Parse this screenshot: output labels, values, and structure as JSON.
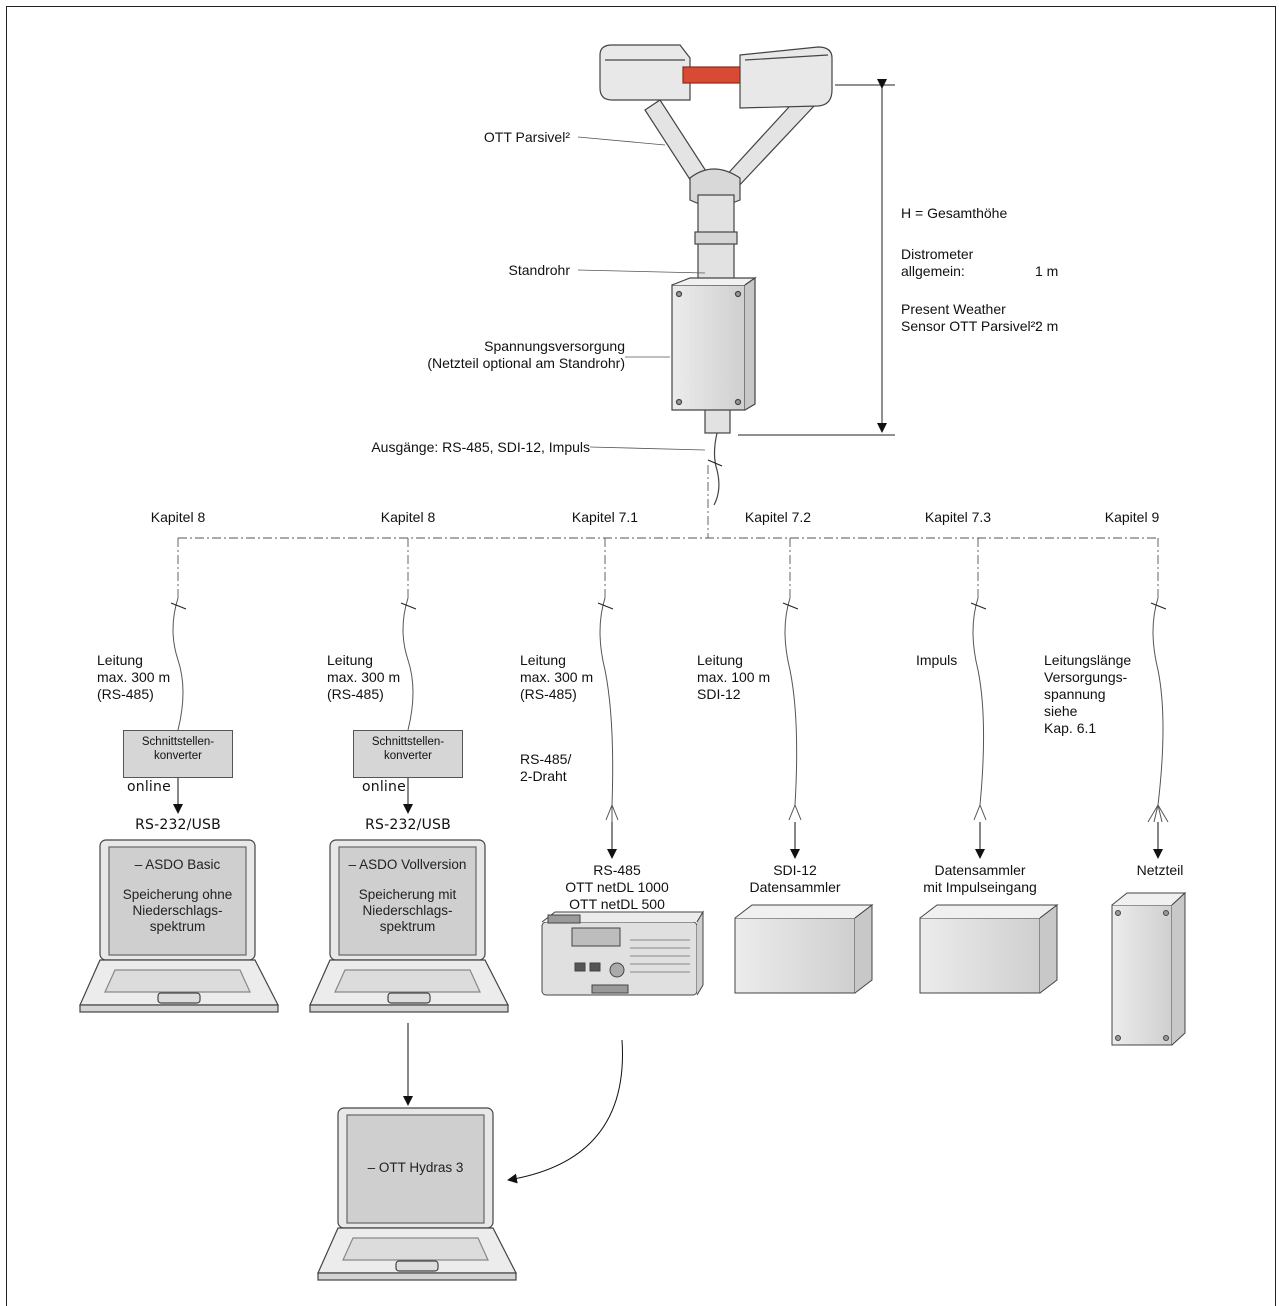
{
  "sensor": {
    "name": "OTT Parsivel²",
    "standpipe": "Standrohr",
    "power_line1": "Spannungsversorgung",
    "power_line2": "(Netzteil optional am Standrohr)",
    "outputs": "Ausgänge: RS-485, SDI-12, Impuls"
  },
  "height": {
    "title": "H = Gesamthöhe",
    "general_line1": "Distrometer",
    "general_line2": "allgemein:",
    "general_value": "1 m",
    "pws_line1": "Present Weather",
    "pws_line2": "Sensor OTT Parsivel²:",
    "pws_value": "2 m"
  },
  "branches": [
    {
      "chapter": "Kapitel 8",
      "cable": [
        "Leitung",
        "max. 300 m",
        "(RS-485)"
      ],
      "converter": [
        "Schnittstellen-",
        "konverter"
      ],
      "mode": "online",
      "interface": "RS-232/USB",
      "screen": [
        "– ASDO Basic",
        "",
        "Speicherung ohne",
        "Niederschlags-",
        "spektrum"
      ]
    },
    {
      "chapter": "Kapitel 8",
      "cable": [
        "Leitung",
        "max. 300 m",
        "(RS-485)"
      ],
      "converter": [
        "Schnittstellen-",
        "konverter"
      ],
      "mode": "online",
      "interface": "RS-232/USB",
      "screen": [
        "– ASDO Vollversion",
        "",
        "Speicherung mit",
        "Niederschlags-",
        "spektrum"
      ]
    },
    {
      "chapter": "Kapitel 7.1",
      "cable": [
        "Leitung",
        "max. 300 m",
        "(RS-485)"
      ],
      "wire": [
        "RS-485/",
        "2-Draht"
      ],
      "target": [
        "RS-485",
        "OTT netDL 1000",
        "OTT netDL 500"
      ]
    },
    {
      "chapter": "Kapitel 7.2",
      "cable": [
        "Leitung",
        "max. 100 m",
        "SDI-12"
      ],
      "target": [
        "SDI-12",
        "Datensammler"
      ]
    },
    {
      "chapter": "Kapitel 7.3",
      "cable": [
        "Impuls"
      ],
      "target": [
        "Datensammler",
        "mit Impulseingang"
      ]
    },
    {
      "chapter": "Kapitel 9",
      "cable": [
        "Leitungslänge",
        "Versorgungs-",
        "spannung",
        "siehe",
        "Kap. 6.1"
      ],
      "target": [
        "Netzteil"
      ]
    }
  ],
  "hydras": "– OTT Hydras 3"
}
